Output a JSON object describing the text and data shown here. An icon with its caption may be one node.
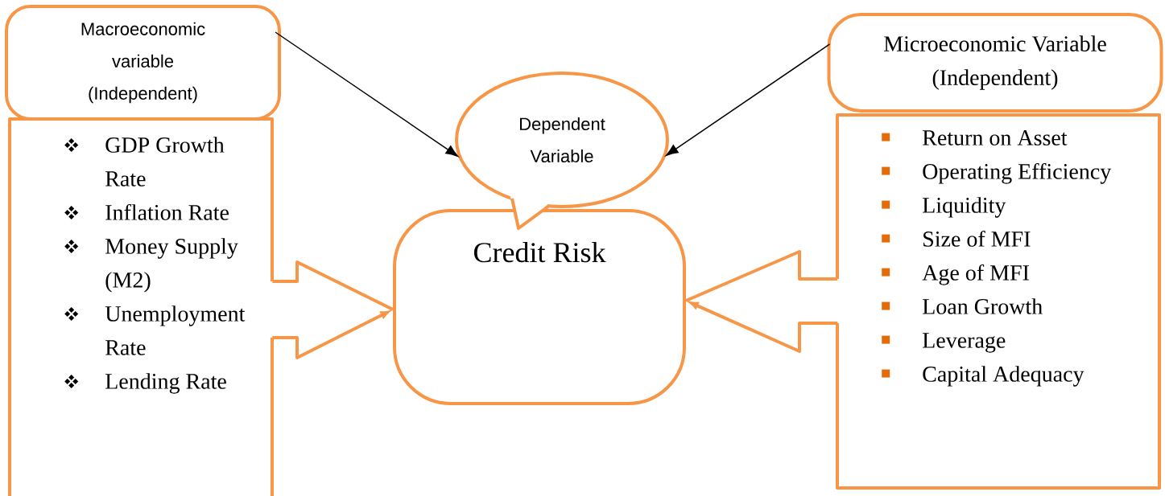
{
  "diagram": {
    "nodes": [
      {
        "text": [
          "Macroeconomic variable (Independent)"
        ]
      },
      {
        "text": [
          "GDP Growth Rate",
          "Inflation Rate",
          "Money Supply (M2)",
          "Unemployment Rate",
          "Lending Rate"
        ]
      },
      {
        "text": [
          "Dependent Variable"
        ]
      },
      {
        "text": [
          "Credit Risk"
        ]
      },
      {
        "text": [
          "Microeconomic Variable (Independent)"
        ]
      },
      {
        "text": [
          "Return on Asset",
          "Operating Efficiency",
          "Liquidity",
          "Size of MFI",
          "Age of MFI",
          "Loan Growth",
          "Leverage",
          "Capital Adequacy"
        ]
      }
    ],
    "edges": [
      {
        "from": 0,
        "to": 2,
        "arrow": "to"
      },
      {
        "from": 4,
        "to": 2,
        "arrow": "to"
      },
      {
        "from": 1,
        "to": 3,
        "arrow": "to",
        "style": "thick",
        "color": "#f79646"
      },
      {
        "from": 5,
        "to": 3,
        "arrow": "to",
        "style": "thick",
        "color": "#f79646"
      }
    ]
  }
}
